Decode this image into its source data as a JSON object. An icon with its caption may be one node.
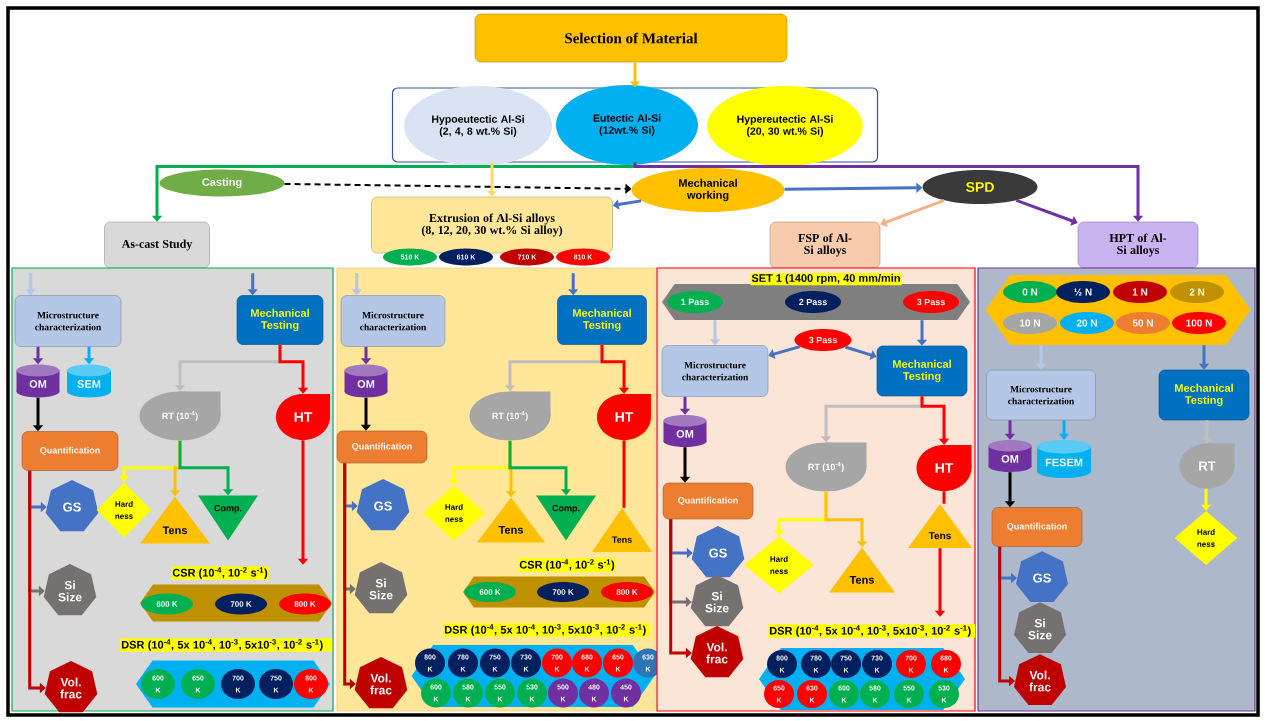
{
  "diagram": {
    "nodes": [
      {
        "text": [
          "Selection of Material"
        ]
      },
      {
        "text": [],
        "shape": "box"
      },
      {
        "text": [
          "Hypoeutectic Al-Si (2, 4, 8 wt.% Si)"
        ],
        "in": 1
      },
      {
        "text": [
          "Eutectic Al-Si (12wt.% Si)"
        ],
        "in": 1
      },
      {
        "text": [
          "Hypereutectic Al-Si (20, 30 wt.% Si)"
        ],
        "in": 1
      },
      {
        "text": [
          "Casting"
        ]
      },
      {
        "text": [
          "Mechanical working"
        ]
      },
      {
        "text": [
          "SPD"
        ]
      },
      {
        "text": [
          "As-cast Study"
        ]
      },
      {
        "text": [
          "Extrusion of Al-Si alloys (8, 12, 20, 30 wt.% Si alloy)"
        ]
      },
      {
        "text": [
          "510 K"
        ]
      },
      {
        "text": [
          "610 K"
        ]
      },
      {
        "text": [
          "710 K"
        ]
      },
      {
        "text": [
          "810 K"
        ]
      },
      {
        "text": [
          "FSP of Al-Si alloys"
        ]
      },
      {
        "text": [
          "HPT of Al-Si alloys"
        ]
      },
      {
        "text": [],
        "shape": "box"
      },
      {
        "text": [
          "Microstructure characterization"
        ],
        "in": 16
      },
      {
        "text": [
          "Mechanical Testing"
        ],
        "in": 16
      },
      {
        "text": [
          "OM"
        ],
        "in": 16
      },
      {
        "text": [
          "SEM"
        ],
        "in": 16
      },
      {
        "text": [
          "RT (10$^{-4}$)"
        ],
        "in": 16
      },
      {
        "text": [
          "HT"
        ],
        "in": 16
      },
      {
        "text": [
          "Quantification"
        ],
        "in": 16
      },
      {
        "text": [
          "GS"
        ],
        "in": 16
      },
      {
        "text": [
          "Hard ness"
        ],
        "in": 16
      },
      {
        "text": [
          "Tens"
        ],
        "in": 16
      },
      {
        "text": [
          "Comp."
        ],
        "in": 16
      },
      {
        "text": [
          "Si Size"
        ],
        "in": 16
      },
      {
        "text": [
          "CSR (10$^{-4}$, 10$^{-2}$ s$^{-1}$)"
        ],
        "in": 16
      },
      {
        "text": [
          "600 K"
        ],
        "in": 29
      },
      {
        "text": [
          "700 K"
        ],
        "in": 29
      },
      {
        "text": [
          "800 K"
        ],
        "in": 29
      },
      {
        "text": [
          "DSR (10$^{-4}$, 5x 10$^{-4}$, 10$^{-3}$, 5x10$^{-3}$, 10$^{-2}$ s$^{-1}$)"
        ],
        "in": 16
      },
      {
        "text": [
          "600 K"
        ],
        "in": 33
      },
      {
        "text": [
          "650 K"
        ],
        "in": 33
      },
      {
        "text": [
          "700 K"
        ],
        "in": 33
      },
      {
        "text": [
          "750 K"
        ],
        "in": 33
      },
      {
        "text": [
          "800 K"
        ],
        "in": 33
      },
      {
        "text": [
          "Vol. frac"
        ],
        "in": 16
      },
      {
        "text": [],
        "shape": "box"
      },
      {
        "text": [
          "Microstructure characterization"
        ],
        "in": 40
      },
      {
        "text": [
          "Mechanical Testing"
        ],
        "in": 40
      },
      {
        "text": [
          "OM"
        ],
        "in": 40
      },
      {
        "text": [
          "RT (10$^{-4}$)"
        ],
        "in": 40
      },
      {
        "text": [
          "HT"
        ],
        "in": 40
      },
      {
        "text": [
          "Quantification"
        ],
        "in": 40
      },
      {
        "text": [
          "GS"
        ],
        "in": 40
      },
      {
        "text": [
          "Hard ness"
        ],
        "in": 40
      },
      {
        "text": [
          "Tens"
        ],
        "in": 40
      },
      {
        "text": [
          "Comp."
        ],
        "in": 40
      },
      {
        "text": [
          "Tens"
        ],
        "in": 40
      },
      {
        "text": [
          "Si Size"
        ],
        "in": 40
      },
      {
        "text": [
          "CSR (10$^{-4}$, 10$^{-2}$ s$^{-1}$)"
        ],
        "in": 40
      },
      {
        "text": [
          "600 K"
        ],
        "in": 53
      },
      {
        "text": [
          "700 K"
        ],
        "in": 53
      },
      {
        "text": [
          "800 K"
        ],
        "in": 53
      },
      {
        "text": [
          "DSR (10$^{-4}$, 5x 10$^{-4}$, 10$^{-3}$, 5x10$^{-3}$, 10$^{-2}$ s$^{-1}$)"
        ],
        "in": 40
      },
      {
        "text": [
          "800 K"
        ],
        "in": 57
      },
      {
        "text": [
          "780 K"
        ],
        "in": 57
      },
      {
        "text": [
          "750 K"
        ],
        "in": 57
      },
      {
        "text": [
          "730 K"
        ],
        "in": 57
      },
      {
        "text": [
          "700 K"
        ],
        "in": 57
      },
      {
        "text": [
          "680 K"
        ],
        "in": 57
      },
      {
        "text": [
          "650 K"
        ],
        "in": 57
      },
      {
        "text": [
          "630 K"
        ],
        "in": 57
      },
      {
        "text": [
          "600 K"
        ],
        "in": 57
      },
      {
        "text": [
          "580 K"
        ],
        "in": 57
      },
      {
        "text": [
          "550 K"
        ],
        "in": 57
      },
      {
        "text": [
          "530 K"
        ],
        "in": 57
      },
      {
        "text": [
          "500 K"
        ],
        "in": 57
      },
      {
        "text": [
          "480 K"
        ],
        "in": 57
      },
      {
        "text": [
          "450 K"
        ],
        "in": 57
      },
      {
        "text": [
          "Vol. frac"
        ],
        "in": 40
      },
      {
        "text": [],
        "shape": "box"
      },
      {
        "text": [
          "SET 1 (1400 rpm, 40 mm/min"
        ],
        "in": 74
      },
      {
        "text": [
          "1 Pass"
        ],
        "in": 75
      },
      {
        "text": [
          "2 Pass"
        ],
        "in": 75
      },
      {
        "text": [
          "3 Pass"
        ],
        "in": 75
      },
      {
        "text": [
          "3 Pass"
        ],
        "in": 74
      },
      {
        "text": [
          "Microstructure characterization"
        ],
        "in": 74
      },
      {
        "text": [
          "Mechanical Testing"
        ],
        "in": 74
      },
      {
        "text": [
          "OM"
        ],
        "in": 74
      },
      {
        "text": [
          "RT (10$^{-4}$)"
        ],
        "in": 74
      },
      {
        "text": [
          "HT"
        ],
        "in": 74
      },
      {
        "text": [
          "Quantification"
        ],
        "in": 74
      },
      {
        "text": [
          "Tens"
        ],
        "in": 74
      },
      {
        "text": [
          "GS"
        ],
        "in": 74
      },
      {
        "text": [
          "Hard ness"
        ],
        "in": 74
      },
      {
        "text": [
          "Tens"
        ],
        "in": 74
      },
      {
        "text": [
          "Si Size"
        ],
        "in": 74
      },
      {
        "text": [
          "DSR (10$^{-4}$, 5x 10$^{-4}$, 10$^{-3}$, 5x10$^{-3}$, 10$^{-2}$ s$^{-1}$)"
        ],
        "in": 74
      },
      {
        "text": [
          "800 K"
        ],
        "in": 91
      },
      {
        "text": [
          "780 K"
        ],
        "in": 91
      },
      {
        "text": [
          "750 K"
        ],
        "in": 91
      },
      {
        "text": [
          "730 K"
        ],
        "in": 91
      },
      {
        "text": [
          "700 K"
        ],
        "in": 91
      },
      {
        "text": [
          "680 K"
        ],
        "in": 91
      },
      {
        "text": [
          "650 K"
        ],
        "in": 91
      },
      {
        "text": [
          "630 K"
        ],
        "in": 91
      },
      {
        "text": [
          "600 K"
        ],
        "in": 91
      },
      {
        "text": [
          "580 K"
        ],
        "in": 91
      },
      {
        "text": [
          "550 K"
        ],
        "in": 91
      },
      {
        "text": [
          "530 K"
        ],
        "in": 91
      },
      {
        "text": [
          "Vol. frac"
        ],
        "in": 74
      },
      {
        "text": [],
        "shape": "box"
      },
      {
        "text": [],
        "shape": "hexagon",
        "in": 105
      },
      {
        "text": [
          "0 N"
        ],
        "in": 106
      },
      {
        "text": [
          "½ N"
        ],
        "in": 106
      },
      {
        "text": [
          "1 N"
        ],
        "in": 106
      },
      {
        "text": [
          "2 N"
        ],
        "in": 106
      },
      {
        "text": [
          "10 N"
        ],
        "in": 106
      },
      {
        "text": [
          "20 N"
        ],
        "in": 106
      },
      {
        "text": [
          "50 N"
        ],
        "in": 106
      },
      {
        "text": [
          "100 N"
        ],
        "in": 106
      },
      {
        "text": [
          "Microstructure characterization"
        ],
        "in": 105
      },
      {
        "text": [
          "Mechanical Testing"
        ],
        "in": 105
      },
      {
        "text": [
          "OM"
        ],
        "in": 105
      },
      {
        "text": [
          "FESEM"
        ],
        "in": 105
      },
      {
        "text": [
          "RT"
        ],
        "in": 105
      },
      {
        "text": [
          "Quantification"
        ],
        "in": 105
      },
      {
        "text": [
          "Hard ness"
        ],
        "in": 105
      },
      {
        "text": [
          "GS"
        ],
        "in": 105
      },
      {
        "text": [
          "Si Size"
        ],
        "in": 105
      },
      {
        "text": [
          "Vol. frac"
        ],
        "in": 105
      }
    ],
    "edges": [
      {
        "from": 0,
        "to": 1,
        "arrow": "to",
        "color": "#ffc000"
      },
      {
        "from": 1,
        "to": 8,
        "arrow": "to",
        "color": "#00b050"
      },
      {
        "from": 1,
        "to": 9,
        "arrow": "to",
        "color": "#ffd966"
      },
      {
        "from": 1,
        "to": 15,
        "arrow": "to",
        "color": "#7030a0"
      },
      {
        "from": 5,
        "to": 6,
        "arrow": "to",
        "style": "dashed",
        "color": "#000000"
      },
      {
        "from": 6,
        "to": 9,
        "arrow": "to",
        "color": "#4472c4"
      },
      {
        "from": 6,
        "to": 7,
        "arrow": "to",
        "color": "#4472c4"
      },
      {
        "from": 7,
        "to": 14,
        "arrow": "to",
        "color": "#f4b183"
      },
      {
        "from": 7,
        "to": 15,
        "arrow": "to",
        "color": "#7030a0"
      },
      {
        "from": null,
        "to": 17,
        "arrow": "to",
        "color": "#b4c7e7"
      },
      {
        "from": null,
        "to": 18,
        "arrow": "to",
        "color": "#4472c4"
      },
      {
        "from": 17,
        "to": 19,
        "arrow": "to",
        "color": "#7030a0"
      },
      {
        "from": 17,
        "to": 20,
        "arrow": "to",
        "color": "#00b0f0"
      },
      {
        "from": 19,
        "to": 23,
        "arrow": "to",
        "color": "#000000"
      },
      {
        "from": 18,
        "to": 21,
        "arrow": "to",
        "color": "#bfbfbf"
      },
      {
        "from": 18,
        "to": 22,
        "arrow": "to",
        "color": "#ff0000"
      },
      {
        "from": 21,
        "to": 25,
        "arrow": "to",
        "color": "#ffff00"
      },
      {
        "from": 21,
        "to": 26,
        "arrow": "to",
        "color": "#ffc000"
      },
      {
        "from": 21,
        "to": 27,
        "arrow": "to",
        "color": "#00b050"
      },
      {
        "from": 22,
        "to": 29,
        "arrow": "to",
        "color": "#ff0000"
      },
      {
        "from": 23,
        "to": 24,
        "arrow": "to",
        "color": "#4472c4"
      },
      {
        "from": 23,
        "to": 28,
        "arrow": "to",
        "color": "#767171"
      },
      {
        "from": 23,
        "to": 39,
        "arrow": "to",
        "color": "#c00000"
      },
      {
        "from": null,
        "to": 41,
        "arrow": "to",
        "color": "#b4c7e7"
      },
      {
        "from": null,
        "to": 42,
        "arrow": "to",
        "color": "#4472c4"
      },
      {
        "from": 41,
        "to": 43,
        "arrow": "to",
        "color": "#7030a0"
      },
      {
        "from": 43,
        "to": 46,
        "arrow": "to",
        "color": "#000000"
      },
      {
        "from": 42,
        "to": 44,
        "arrow": "to",
        "color": "#bfbfbf"
      },
      {
        "from": 42,
        "to": 45,
        "arrow": "to",
        "color": "#ff0000"
      },
      {
        "from": 44,
        "to": 48,
        "arrow": "to",
        "color": "#ffff00"
      },
      {
        "from": 44,
        "to": 49,
        "arrow": "to",
        "color": "#ffc000"
      },
      {
        "from": 44,
        "to": 50,
        "arrow": "to",
        "color": "#00b050"
      },
      {
        "from": 45,
        "to": 51,
        "arrow": "none",
        "color": "#ff0000"
      },
      {
        "from": 46,
        "to": 47,
        "arrow": "to",
        "color": "#4472c4"
      },
      {
        "from": 46,
        "to": 52,
        "arrow": "to",
        "color": "#767171"
      },
      {
        "from": 46,
        "to": 73,
        "arrow": "to",
        "color": "#c00000"
      },
      {
        "from": 75,
        "to": 80,
        "arrow": "to",
        "color": "#b4c7e7"
      },
      {
        "from": 75,
        "to": 81,
        "arrow": "to",
        "color": "#4472c4"
      },
      {
        "from": 79,
        "to": 80,
        "arrow": "to",
        "color": "#4472c4"
      },
      {
        "from": 79,
        "to": 81,
        "arrow": "to",
        "color": "#4472c4"
      },
      {
        "from": 80,
        "to": 82,
        "arrow": "to",
        "color": "#7030a0"
      },
      {
        "from": 82,
        "to": 85,
        "arrow": "to",
        "color": "#000000"
      },
      {
        "from": 81,
        "to": 83,
        "arrow": "to",
        "color": "#bfbfbf"
      },
      {
        "from": 81,
        "to": 84,
        "arrow": "to",
        "color": "#ff0000"
      },
      {
        "from": 83,
        "to": 88,
        "arrow": "to",
        "color": "#ffff00"
      },
      {
        "from": 83,
        "to": 89,
        "arrow": "to",
        "color": "#ffc000"
      },
      {
        "from": 84,
        "to": 86,
        "arrow": "none",
        "color": "#ff0000"
      },
      {
        "from": 86,
        "to": 91,
        "arrow": "to",
        "color": "#ff0000"
      },
      {
        "from": 85,
        "to": 87,
        "arrow": "to",
        "color": "#4472c4"
      },
      {
        "from": 85,
        "to": 90,
        "arrow": "to",
        "color": "#767171"
      },
      {
        "from": 85,
        "to": 104,
        "arrow": "to",
        "color": "#c00000"
      },
      {
        "from": 106,
        "to": 115,
        "arrow": "to",
        "color": "#b4c7e7"
      },
      {
        "from": 106,
        "to": 116,
        "arrow": "to",
        "color": "#4472c4"
      },
      {
        "from": 115,
        "to": 117,
        "arrow": "to",
        "color": "#7030a0"
      },
      {
        "from": 115,
        "to": 118,
        "arrow": "to",
        "color": "#00b0f0"
      },
      {
        "from": 117,
        "to": 120,
        "arrow": "to",
        "color": "#000000"
      },
      {
        "from": 116,
        "to": 119,
        "arrow": "to",
        "color": "#bfbfbf"
      },
      {
        "from": 119,
        "to": 121,
        "arrow": "to",
        "color": "#ffff00"
      },
      {
        "from": 120,
        "to": 122,
        "arrow": "to",
        "color": "#4472c4"
      },
      {
        "from": 120,
        "to": 124,
        "arrow": "to",
        "color": "#c00000"
      }
    ]
  }
}
